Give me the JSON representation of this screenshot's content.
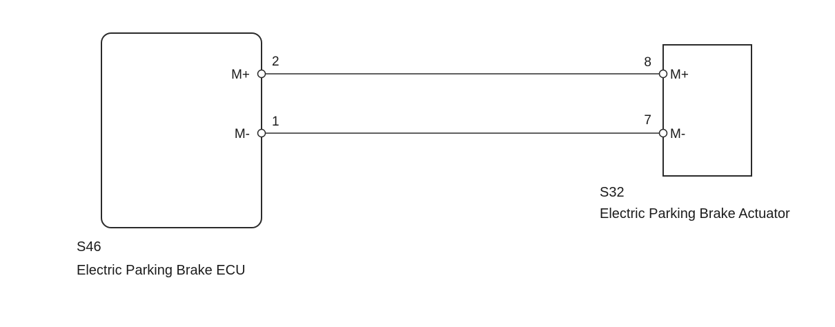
{
  "components": {
    "ecu": {
      "code": "S46",
      "name": "Electric Parking Brake ECU",
      "pins": [
        {
          "label": "M+",
          "number": "2"
        },
        {
          "label": "M-",
          "number": "1"
        }
      ]
    },
    "actuator": {
      "code": "S32",
      "name": "Electric Parking Brake Actuator",
      "pins": [
        {
          "label": "M+",
          "number": "8"
        },
        {
          "label": "M-",
          "number": "7"
        }
      ]
    }
  },
  "connections": [
    {
      "from": "S46 pin 2 (M+)",
      "to": "S32 pin 8 (M+)"
    },
    {
      "from": "S46 pin 1 (M-)",
      "to": "S32 pin 7 (M-)"
    }
  ]
}
